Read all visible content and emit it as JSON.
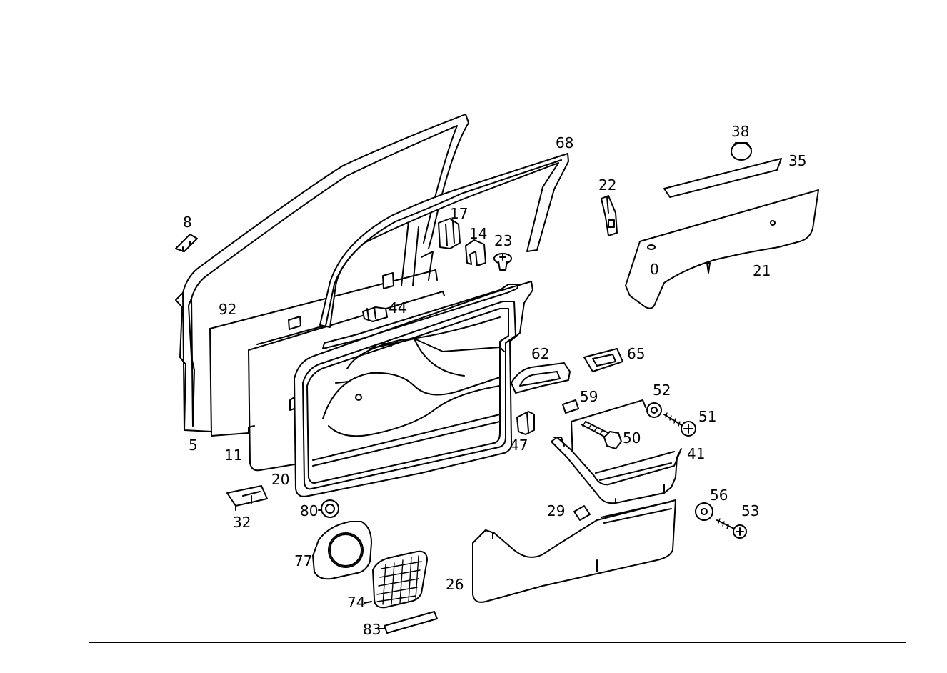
{
  "part_numbers": {
    "p5": "5",
    "p8": "8",
    "p11": "11",
    "p14": "14",
    "p17": "17",
    "p20": "20",
    "p21": "21",
    "p22": "22",
    "p23": "23",
    "p26": "26",
    "p29": "29",
    "p32": "32",
    "p35": "35",
    "p38": "38",
    "p41": "41",
    "p44": "44",
    "p47": "47",
    "p50": "50",
    "p51": "51",
    "p52": "52",
    "p53": "53",
    "p56": "56",
    "p59": "59",
    "p62": "62",
    "p65": "65",
    "p68": "68",
    "p74": "74",
    "p77": "77",
    "p80": "80",
    "p83": "83",
    "p92": "92",
    "p0": "0"
  }
}
